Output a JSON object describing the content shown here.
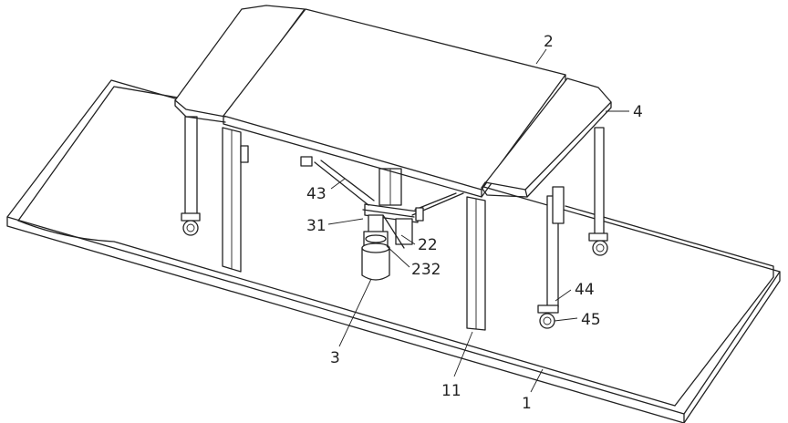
{
  "labels": {
    "base": "1",
    "base_post": "11",
    "top_panel": "2",
    "shaft_part": "22",
    "coupling": "232",
    "motor": "3",
    "motor_mount": "31",
    "side_panel": "4",
    "brace": "43",
    "side_leg": "44",
    "caster": "45"
  }
}
